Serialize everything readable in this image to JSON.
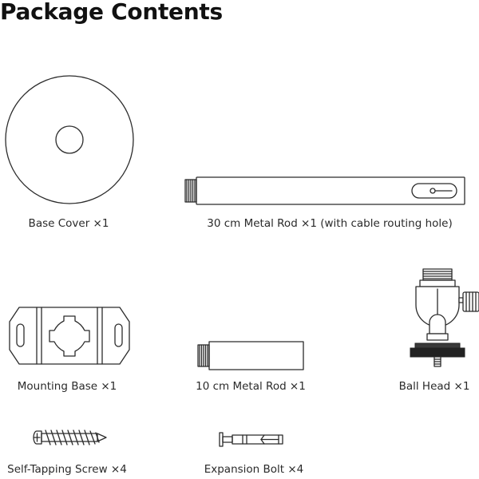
{
  "title": "Package Contents",
  "items": [
    {
      "label": "Base Cover ×1"
    },
    {
      "label": "30 cm Metal Rod ×1 (with cable routing hole)"
    },
    {
      "label": "Mounting Base ×1"
    },
    {
      "label": "10 cm Metal Rod ×1"
    },
    {
      "label": "Ball Head ×1"
    },
    {
      "label": "Self-Tapping Screw ×4"
    },
    {
      "label": "Expansion Bolt ×4"
    }
  ]
}
